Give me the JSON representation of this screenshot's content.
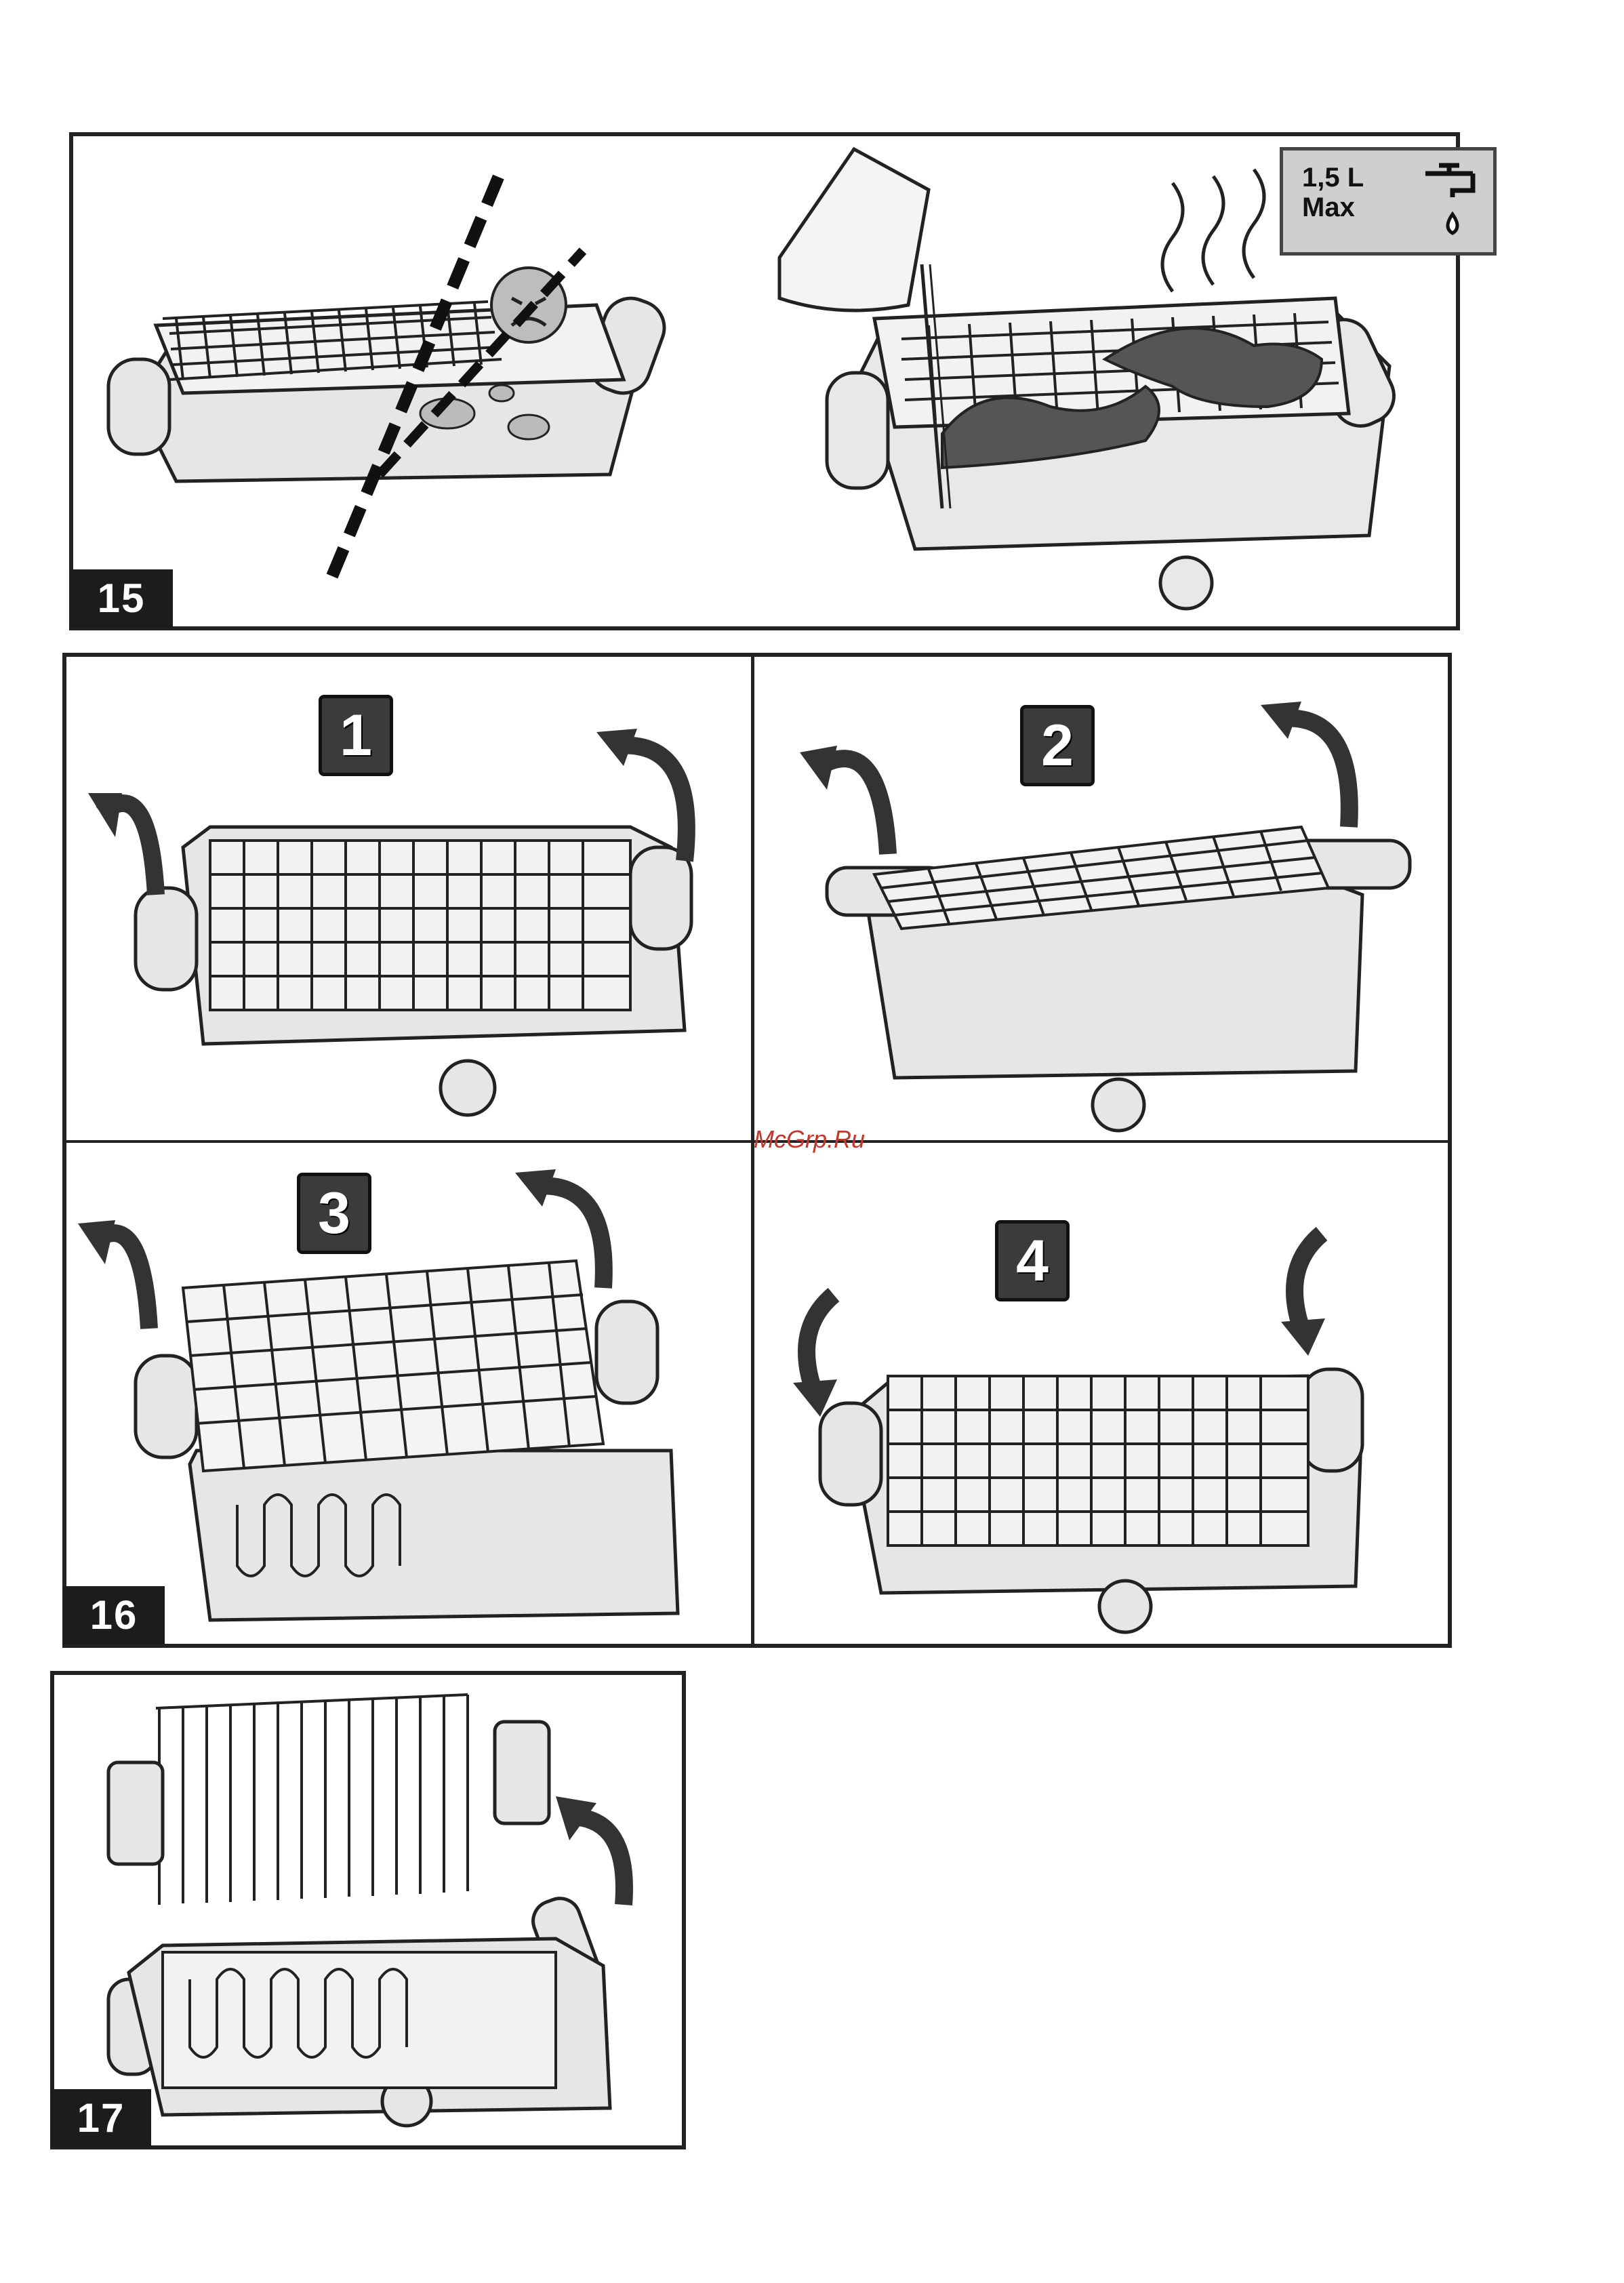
{
  "figures": {
    "fig15": {
      "number": "15",
      "capacity": {
        "volume": "1,5 L",
        "limit": "Max"
      }
    },
    "fig16": {
      "number": "16",
      "steps": [
        "1",
        "2",
        "3",
        "4"
      ]
    },
    "fig17": {
      "number": "17"
    }
  },
  "watermark": "McGrp.Ru",
  "colors": {
    "frame": "#222222",
    "label_bg": "#1c1c1c",
    "step_bg": "#3b3b3b",
    "watermark": "#c0392b",
    "shade": "#d9d9d9"
  }
}
